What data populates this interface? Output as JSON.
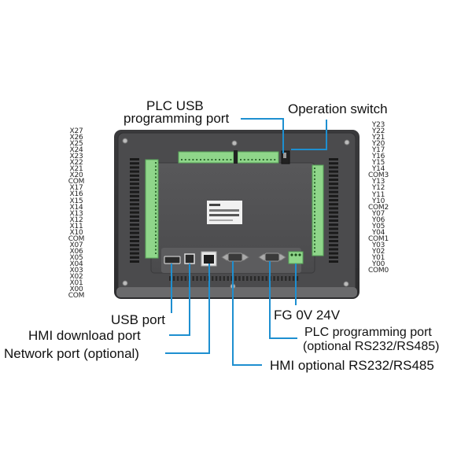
{
  "diagram": {
    "title": "PLC HMI rear panel port layout",
    "accent_line_color": "#1e8fd0",
    "terminal_color": "#8fd68a",
    "panel_color": "#4a4a4c",
    "left_io_labels": [
      "X27",
      "X26",
      "X25",
      "X24",
      "X23",
      "X22",
      "X21",
      "X20",
      "COM",
      "X17",
      "X16",
      "X15",
      "X14",
      "X13",
      "X12",
      "X11",
      "X10",
      "COM",
      "X07",
      "X06",
      "X05",
      "X04",
      "X03",
      "X02",
      "X01",
      "X00",
      "COM"
    ],
    "right_io_labels": [
      "Y23",
      "Y22",
      "Y21",
      "Y20",
      "Y17",
      "Y16",
      "Y15",
      "Y14",
      "COM3",
      "Y13",
      "Y12",
      "Y11",
      "Y10",
      "COM2",
      "Y07",
      "Y06",
      "Y05",
      "Y04",
      "COM1",
      "Y03",
      "Y02",
      "Y01",
      "Y00",
      "COM0"
    ],
    "callouts": {
      "plc_usb_line1": "PLC USB",
      "plc_usb_line2": "programming port",
      "operation_switch": "Operation switch",
      "usb_port": "USB port",
      "hmi_download_port": "HMI download port",
      "network_port": "Network port (optional)",
      "power": "FG 0V 24V",
      "plc_programming_line1": "PLC programming port",
      "plc_programming_line2": "(optional RS232/RS485)",
      "hmi_serial": "HMI optional RS232/RS485"
    }
  }
}
